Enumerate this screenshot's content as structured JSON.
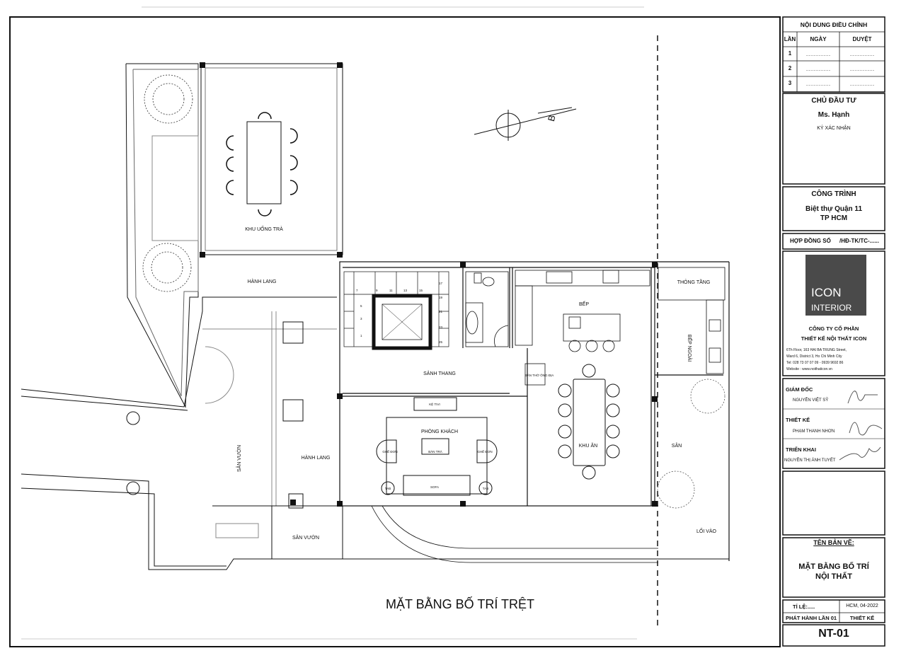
{
  "plan": {
    "drawing_title": "MẶT BẰNG BỐ TRÍ TRỆT",
    "north_label": "B",
    "rooms": {
      "tea_area": "KHU UỐNG TRÀ",
      "corridor_top": "HÀNH LANG",
      "corridor_left": "HÀNH LANG",
      "garden_left": "SÂN VƯỜN",
      "garden_bottom": "SÂN VƯỜN",
      "stair_lobby": "SẢNH THANG",
      "living": "PHÒNG KHÁCH",
      "kitchen": "BẾP",
      "dining": "KHU ĂN",
      "void": "THÔNG TẦNG",
      "outdoor_kitchen": "BẾP NGOÀI",
      "yard": "SÂN",
      "entrance": "LỐI VÀO"
    },
    "furniture": {
      "tv_shelf": "KỆ TIVI",
      "altar": "BÀN THỜ ÔNG ĐỊA",
      "armchair_left": "GHẾ ĐƠN",
      "armchair_right": "GHẾ ĐƠN",
      "tea_table": "BÀN TRÀ",
      "sofa": "SOFA",
      "side_table_left": "TAB",
      "side_table_right": "TAB"
    },
    "stair_numbers": [
      "1",
      "3",
      "5",
      "7",
      "9",
      "11",
      "13",
      "15",
      "17",
      "19",
      "21",
      "23",
      "25"
    ]
  },
  "title_block": {
    "revisions": {
      "heading": "NỘI DUNG ĐIỀU CHỈNH",
      "col_time": "LẦN",
      "col_date": "NGÀY",
      "col_approve": "DUYỆT",
      "rows": [
        "1",
        "2",
        "3"
      ],
      "blank": "........................."
    },
    "owner": {
      "label": "CHỦ ĐẦU TƯ",
      "name": "Ms. Hạnh",
      "sign": "KÝ XÁC NHẬN"
    },
    "project": {
      "label": "CÔNG TRÌNH",
      "line1": "Biệt thự Quận 11",
      "line2": "TP HCM"
    },
    "contract": {
      "label": "HỢP ĐỒNG SỐ",
      "value": "/HĐ-TK/TC-......"
    },
    "logo": {
      "line1": "ICON",
      "line2": "INTERIOR"
    },
    "company": {
      "name1": "CÔNG TY CỔ PHẦN",
      "name2": "THIẾT KẾ NỘI THẤT ICON",
      "addr1": "6Th Floor, 163 HAI BA TRUNG Street,",
      "addr2": "Ward 6, District 3, Ho Chi Minh City",
      "tel": "Tel:  028 73 07 07 09 - 0939 9692 86",
      "web": "Website : www.noithaticon.vn"
    },
    "staff": [
      {
        "role": "GIÁM ĐỐC",
        "name": "NGUYỄN VIỆT SỸ"
      },
      {
        "role": "THIẾT KẾ",
        "name": "PHẠM THANH NHƠN"
      },
      {
        "role": "TRIỂN KHAI",
        "name": "NGUYỄN THỊ ÁNH TUYẾT"
      }
    ],
    "sheet": {
      "label": "TÊN BẢN VẼ:",
      "line1": "MẶT BẰNG BỐ TRÍ",
      "line2": "NỘI THẤT"
    },
    "scale": {
      "label": "TỈ LỆ:.....",
      "date": "HCM,  04-2022"
    },
    "issue": {
      "label": "PHÁT HÀNH LẦN 01",
      "stage": "THIẾT KẾ"
    },
    "sheet_no": "NT-01"
  }
}
